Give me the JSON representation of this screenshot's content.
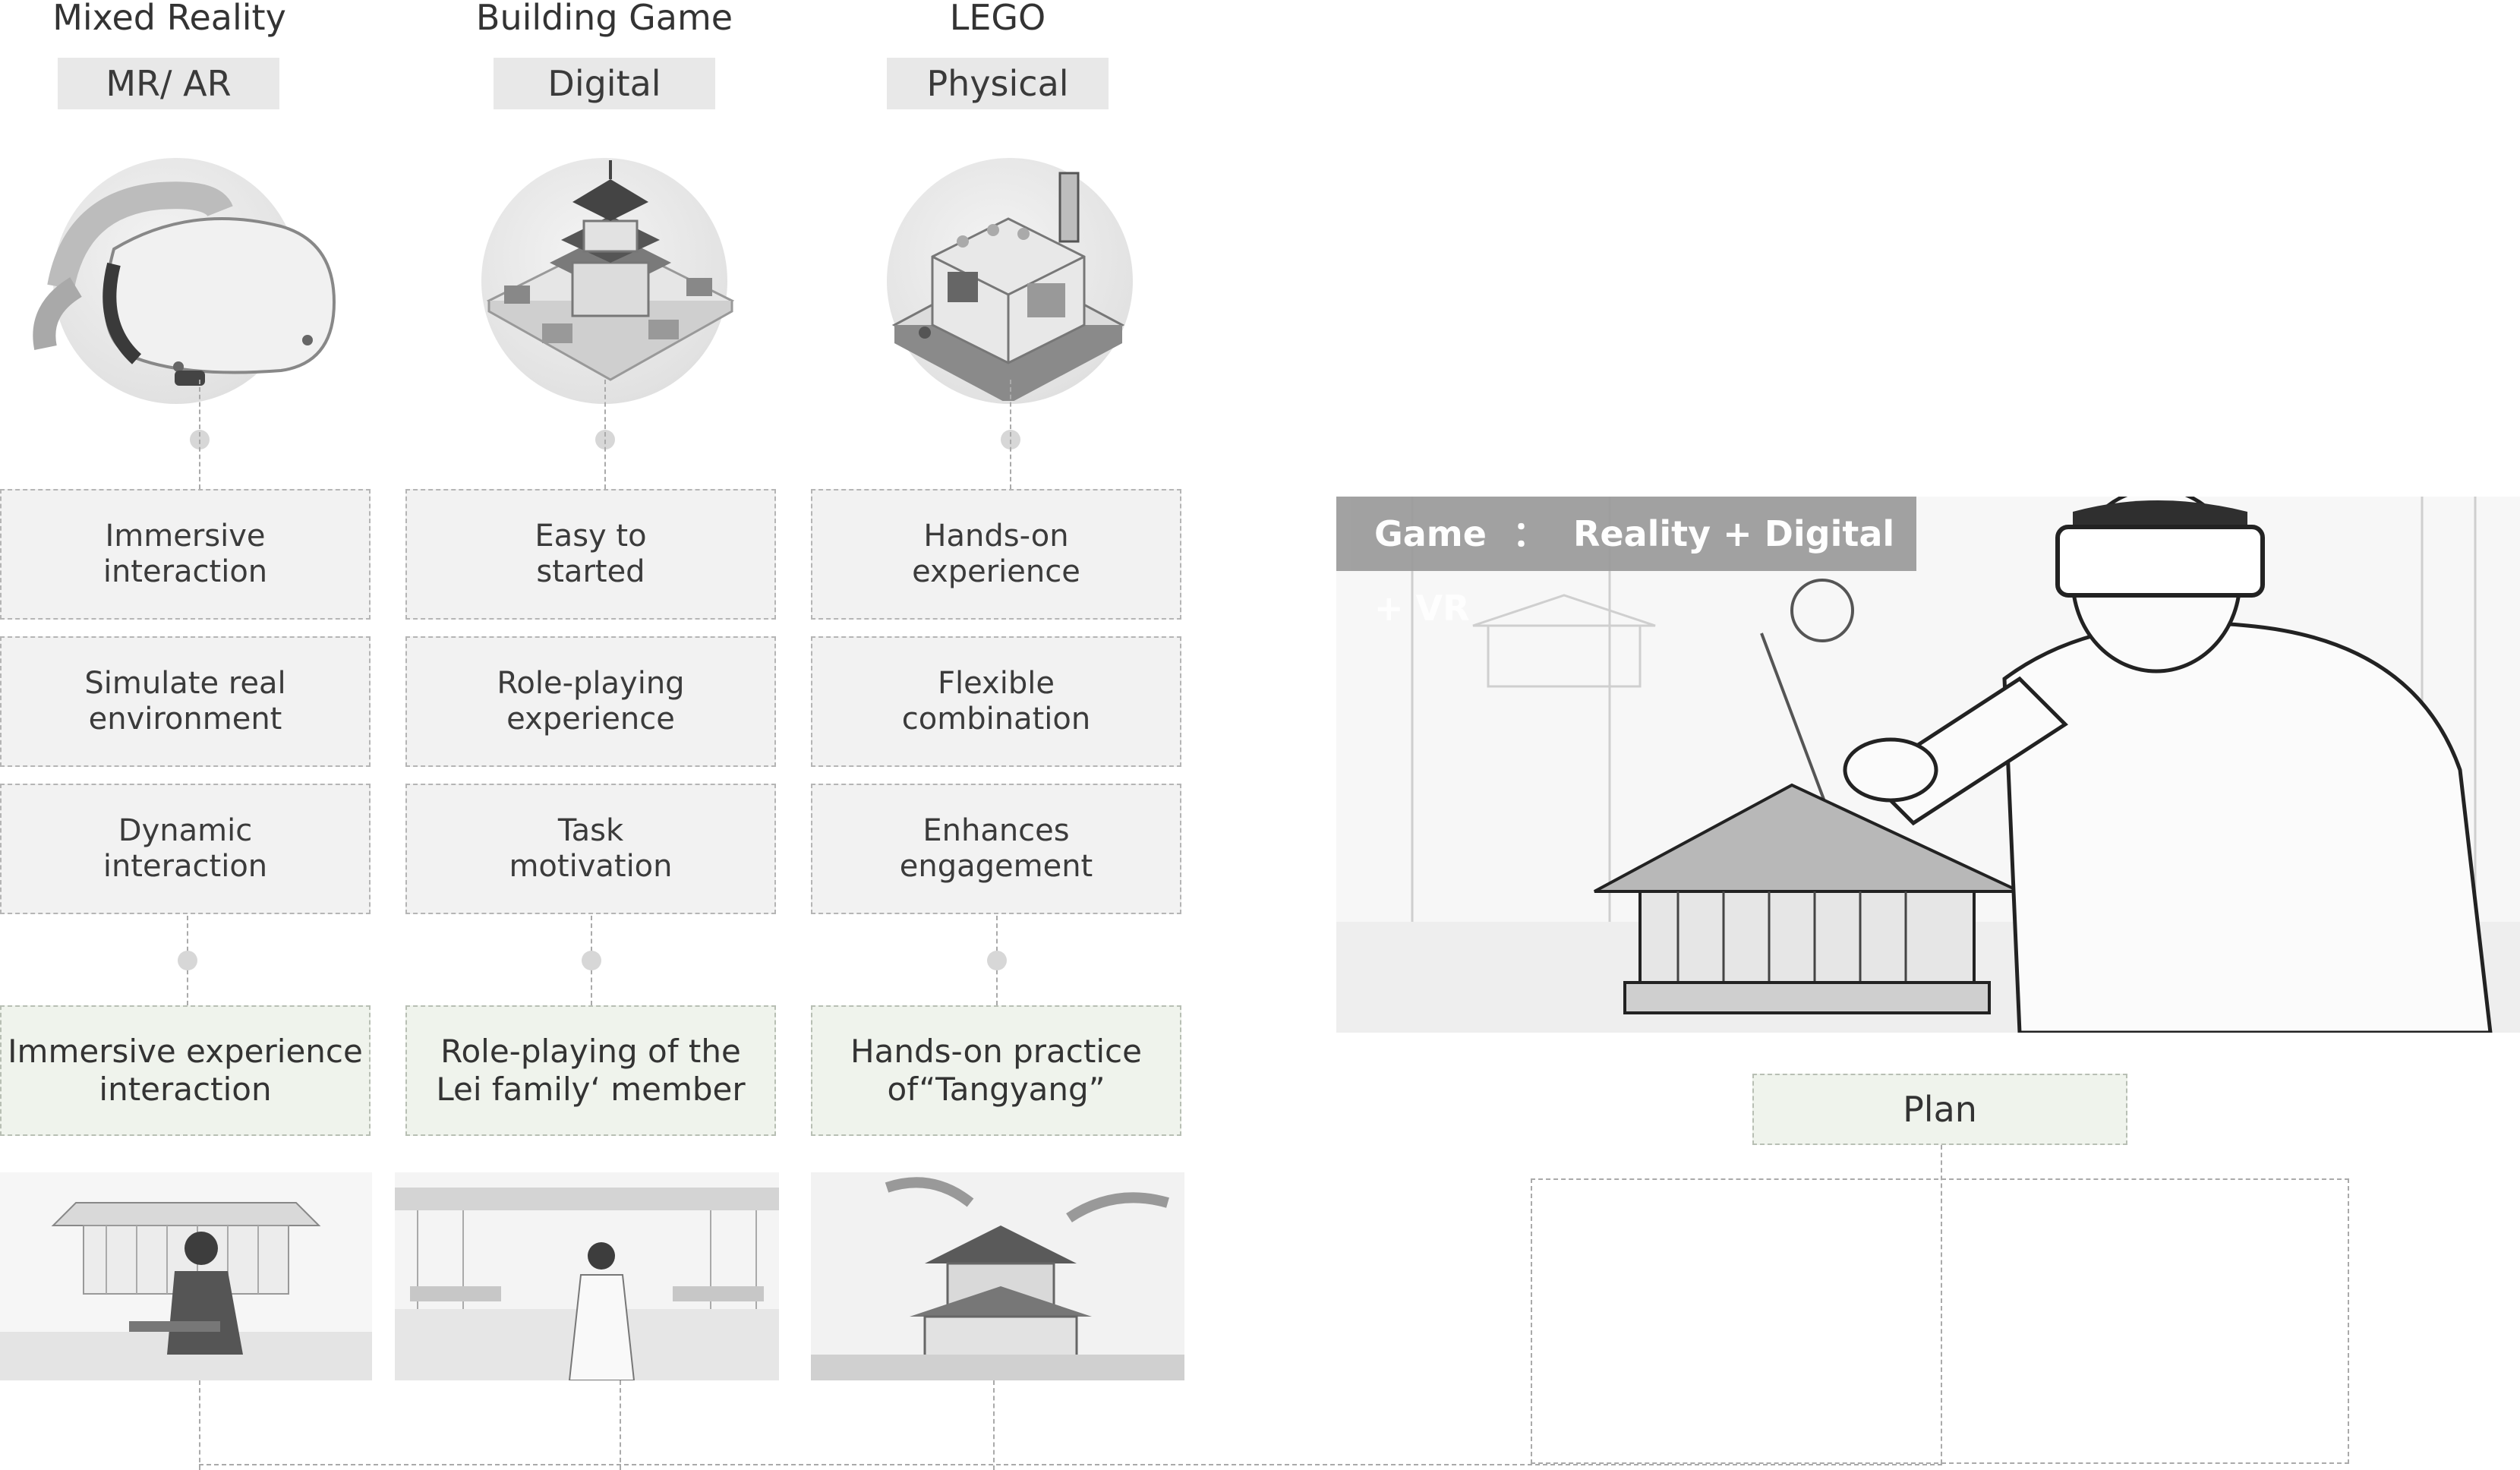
{
  "columns": [
    {
      "title": "Mixed Reality",
      "tag": "MR/ AR",
      "icon": "vr-headset-icon",
      "features": [
        [
          "Immersive",
          "interaction"
        ],
        [
          "Simulate real",
          "environment"
        ],
        [
          "Dynamic",
          "interaction"
        ]
      ],
      "outcome": [
        "Immersive experience",
        "interaction"
      ],
      "scene": "person-in-palace-scene"
    },
    {
      "title": "Building Game",
      "tag": "Digital",
      "icon": "digital-pagoda-icon",
      "features": [
        [
          "Easy to",
          "started"
        ],
        [
          "Role-playing",
          "experience"
        ],
        [
          "Task",
          "motivation"
        ]
      ],
      "outcome": [
        "Role-playing of the",
        "Lei family‘ member"
      ],
      "scene": "palace-courtyard-scene"
    },
    {
      "title": "LEGO",
      "tag": "Physical",
      "icon": "lego-blocks-icon",
      "features": [
        [
          "Hands-on",
          "experience"
        ],
        [
          "Flexible",
          "combination"
        ],
        [
          "Enhances",
          "engagement"
        ]
      ],
      "outcome": [
        "Hands-on practice",
        "of“Tangyang”"
      ],
      "scene": "model-building-scene"
    }
  ],
  "hero": {
    "label_prefix": "Game",
    "separator": "：",
    "label_formula": "Reality + Digital + VR",
    "image": "vr-model-builder-illustration"
  },
  "plan": {
    "label": "Plan"
  },
  "colors": {
    "tag_bg": "#e8e8e8",
    "feature_bg": "#f2f2f2",
    "outcome_bg": "#eff3ec",
    "hero_bar": "#9a9a9a",
    "dashed_line": "#aaaaaa"
  }
}
